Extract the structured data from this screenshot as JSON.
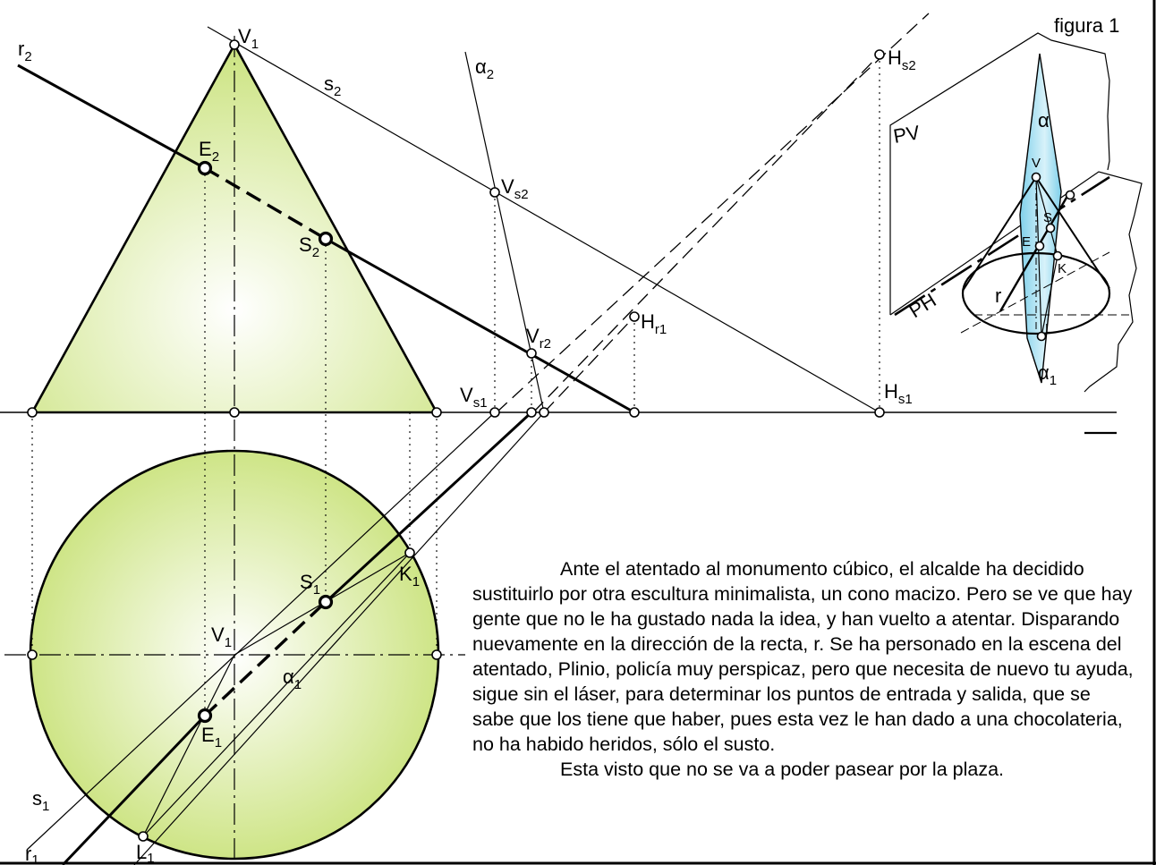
{
  "figure_label": "figura 1",
  "labels": {
    "V1_top": "V",
    "V1_top_sub": "1",
    "r2": "r",
    "r2_sub": "2",
    "s2": "s",
    "s2_sub": "2",
    "alpha2": "α",
    "alpha2_sub": "2",
    "Hs2": "H",
    "Hs2_sub": "s2",
    "E2": "E",
    "E2_sub": "2",
    "S2": "S",
    "S2_sub": "2",
    "Vs2": "V",
    "Vs2_sub": "s2",
    "Hr1": "H",
    "Hr1_sub": "r1",
    "Vr2": "V",
    "Vr2_sub": "r2",
    "Vs1": "V",
    "Vs1_sub": "s1",
    "Hs1": "H",
    "Hs1_sub": "s1",
    "S1": "S",
    "S1_sub": "1",
    "K1": "K",
    "K1_sub": "1",
    "V1_bottom": "V",
    "V1_bottom_sub": "1",
    "alpha1": "α",
    "alpha1_sub": "1",
    "E1": "E",
    "E1_sub": "1",
    "s1": "s",
    "s1_sub": "1",
    "r1": "r",
    "r1_sub": "1",
    "L1": "L",
    "L1_sub": "1"
  },
  "perspective_labels": {
    "PV": "PV",
    "PH": "PH",
    "alpha": "α",
    "V": "V",
    "S": "S",
    "E": "E",
    "K": "K",
    "r": "r",
    "L": "L",
    "alpha1": "α",
    "alpha1_sub": "1"
  },
  "paragraphs": [
    "Ante el atentado al monumento cúbico, el alcalde ha decidido sustituirlo por otra escultura minimalista, un cono macizo. Pero se ve que hay gente que no le ha gustado nada la idea, y han vuelto a atentar. Disparando nuevamente en la dirección de la recta, r. Se ha personado en la escena del atentado, Plinio, policía muy perspicaz, pero que necesita de nuevo tu ayuda, sigue sin el láser, para determinar los puntos de entrada y salida, que se sabe que los tiene que haber, pues esta vez le han dado a una chocolateria, no ha habido heridos, sólo el susto.",
    "Esta visto que no se va a poder pasear por la plaza."
  ],
  "colors": {
    "cone_fill": "#c9e27a",
    "cone_center": "#ffffff",
    "plane_fill": "#9fd9ee"
  }
}
